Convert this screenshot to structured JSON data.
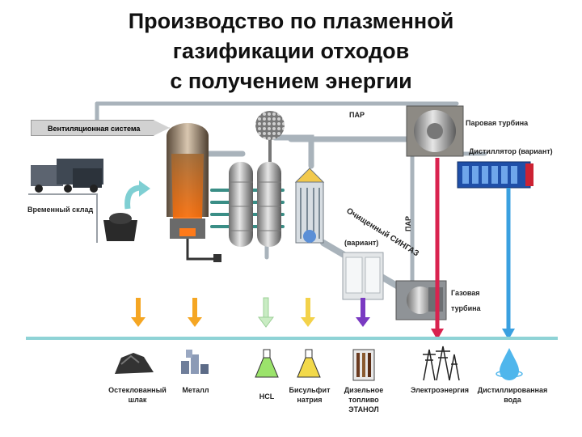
{
  "title": {
    "line1": "Производство по плазменной",
    "line2": "газификации отходов",
    "line3": "с получением энергии"
  },
  "labels": {
    "ventilation": "Вентиляционная система",
    "temp_storage": "Временный склад",
    "steam_top": "ПАР",
    "steam_side": "ПАР",
    "steam_turbine": "Паровая турбина",
    "distiller": "Дистиллятор (вариант)",
    "syngas": "Очищенный СИНГАЗ",
    "variant": "(вариант)",
    "gas_turbine_1": "Газовая",
    "gas_turbine_2": "турбина"
  },
  "outputs": [
    {
      "line1": "Остеклованный",
      "line2": "шлак",
      "line3": ""
    },
    {
      "line1": "Металл",
      "line2": "",
      "line3": ""
    },
    {
      "line1": "HCL",
      "line2": "",
      "line3": ""
    },
    {
      "line1": "Бисульфит",
      "line2": "натрия",
      "line3": ""
    },
    {
      "line1": "Дизельное",
      "line2": "топливо",
      "line3": "ЭТАНОЛ"
    },
    {
      "line1": "Электроэнергия",
      "line2": "",
      "line3": ""
    },
    {
      "line1": "Дистиллированная",
      "line2": "вода",
      "line3": ""
    }
  ],
  "colors": {
    "pipe": "#a9b3bb",
    "bus_line": "#8fd3d6",
    "arrow_orange": "#f5a623",
    "arrow_green": "#c9ecc3",
    "arrow_yellow": "#f3d24a",
    "arrow_purple": "#7a3ac2",
    "arrow_red": "#d9234f",
    "arrow_blue": "#3aa0e0"
  }
}
